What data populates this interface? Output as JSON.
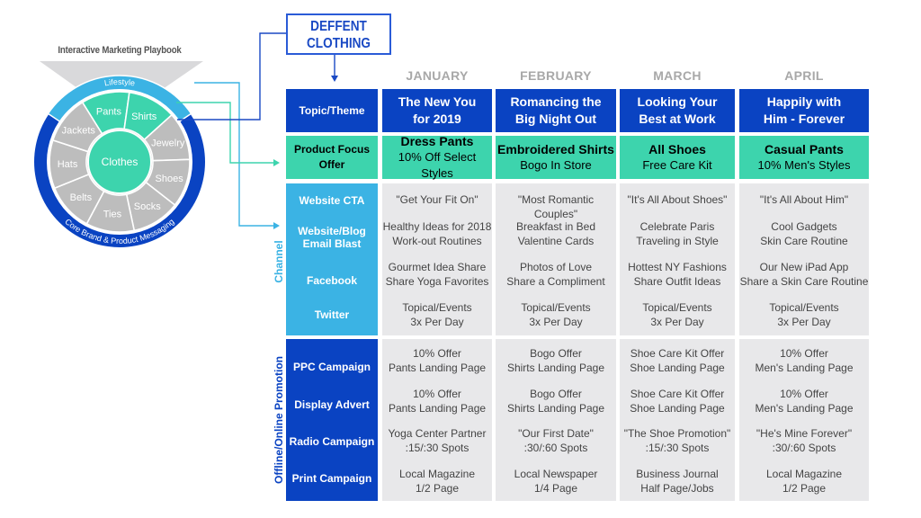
{
  "playbook": {
    "title": "Interactive Marketing Playbook",
    "outer_top": "Lifestyle",
    "outer_bottom": "Core Brand & Product Messaging",
    "center": "Clothes",
    "segments": [
      "Pants",
      "Shirts",
      "Jewelry",
      "Shoes",
      "Socks",
      "Ties",
      "Belts",
      "Hats",
      "Jackets"
    ],
    "highlighted_segments": [
      "Pants",
      "Shirts"
    ]
  },
  "brand": {
    "line1": "DEFFENT",
    "line2": "CLOTHING"
  },
  "colors": {
    "dark_blue": "#0a43c2",
    "light_blue": "#3bb3e4",
    "teal": "#3dd4ad",
    "gray_cell": "#e8e8ea",
    "wheel_gray": "#bdbdbd",
    "month_text": "#a8a8a8"
  },
  "months": [
    "JANUARY",
    "FEBRUARY",
    "MARCH",
    "APRIL"
  ],
  "rows": {
    "topic_label": "Topic/Theme",
    "product_label": {
      "line1": "Product Focus",
      "line2": "Offer"
    },
    "channel_group": "Channel",
    "promotion_group": "Offline/Online Promotion",
    "channels": [
      {
        "line1": "Website CTA",
        "line2": ""
      },
      {
        "line1": "Website/Blog",
        "line2": "Email Blast"
      },
      {
        "line1": "Facebook",
        "line2": ""
      },
      {
        "line1": "Twitter",
        "line2": ""
      }
    ],
    "promotions": [
      "PPC Campaign",
      "Display Advert",
      "Radio Campaign",
      "Print Campaign"
    ]
  },
  "columns": [
    {
      "topic": {
        "line1": "The New You",
        "line2": "for 2019"
      },
      "product": {
        "name": "Dress Pants",
        "offer": "10% Off Select Styles"
      },
      "channels": [
        {
          "line1": "\"Get Your Fit On\"",
          "line2": ""
        },
        {
          "line1": "Healthy Ideas for 2018",
          "line2": "Work-out Routines"
        },
        {
          "line1": "Gourmet Idea Share",
          "line2": "Share Yoga Favorites"
        },
        {
          "line1": "Topical/Events",
          "line2": "3x Per Day"
        }
      ],
      "promotions": [
        {
          "line1": "10% Offer",
          "line2": "Pants Landing Page"
        },
        {
          "line1": "10% Offer",
          "line2": "Pants Landing Page"
        },
        {
          "line1": "Yoga Center Partner",
          "line2": ":15/:30 Spots"
        },
        {
          "line1": "Local Magazine",
          "line2": "1/2 Page"
        }
      ]
    },
    {
      "topic": {
        "line1": "Romancing the",
        "line2": "Big Night Out"
      },
      "product": {
        "name": "Embroidered Shirts",
        "offer": "Bogo In Store"
      },
      "channels": [
        {
          "line1": "\"Most Romantic Couples\"",
          "line2": ""
        },
        {
          "line1": "Breakfast in Bed",
          "line2": "Valentine Cards"
        },
        {
          "line1": "Photos of Love",
          "line2": "Share a Compliment"
        },
        {
          "line1": "Topical/Events",
          "line2": "3x Per Day"
        }
      ],
      "promotions": [
        {
          "line1": "Bogo Offer",
          "line2": "Shirts Landing Page"
        },
        {
          "line1": "Bogo Offer",
          "line2": "Shirts Landing Page"
        },
        {
          "line1": "\"Our First Date\"",
          "line2": ":30/:60 Spots"
        },
        {
          "line1": "Local Newspaper",
          "line2": "1/4 Page"
        }
      ]
    },
    {
      "topic": {
        "line1": "Looking Your",
        "line2": "Best at Work"
      },
      "product": {
        "name": "All Shoes",
        "offer": "Free Care Kit"
      },
      "channels": [
        {
          "line1": "\"It's All About Shoes\"",
          "line2": ""
        },
        {
          "line1": "Celebrate Paris",
          "line2": "Traveling in Style"
        },
        {
          "line1": "Hottest NY Fashions",
          "line2": "Share Outfit Ideas"
        },
        {
          "line1": "Topical/Events",
          "line2": "3x Per Day"
        }
      ],
      "promotions": [
        {
          "line1": "Shoe Care Kit Offer",
          "line2": "Shoe Landing Page"
        },
        {
          "line1": "Shoe Care Kit Offer",
          "line2": "Shoe Landing Page"
        },
        {
          "line1": "\"The Shoe Promotion\"",
          "line2": ":15/:30 Spots"
        },
        {
          "line1": "Business Journal",
          "line2": "Half Page/Jobs"
        }
      ]
    },
    {
      "topic": {
        "line1": "Happily with",
        "line2": "Him - Forever"
      },
      "product": {
        "name": "Casual Pants",
        "offer": "10% Men's Styles"
      },
      "channels": [
        {
          "line1": "\"It's All About Him\"",
          "line2": ""
        },
        {
          "line1": "Cool Gadgets",
          "line2": "Skin Care Routine"
        },
        {
          "line1": "Our New iPad App",
          "line2": "Share a Skin Care Routine"
        },
        {
          "line1": "Topical/Events",
          "line2": "3x Per Day"
        }
      ],
      "promotions": [
        {
          "line1": "10% Offer",
          "line2": "Men's Landing Page"
        },
        {
          "line1": "10% Offer",
          "line2": "Men's Landing Page"
        },
        {
          "line1": "\"He's Mine Forever\"",
          "line2": ":30/:60 Spots"
        },
        {
          "line1": "Local Magazine",
          "line2": "1/2 Page"
        }
      ]
    }
  ]
}
